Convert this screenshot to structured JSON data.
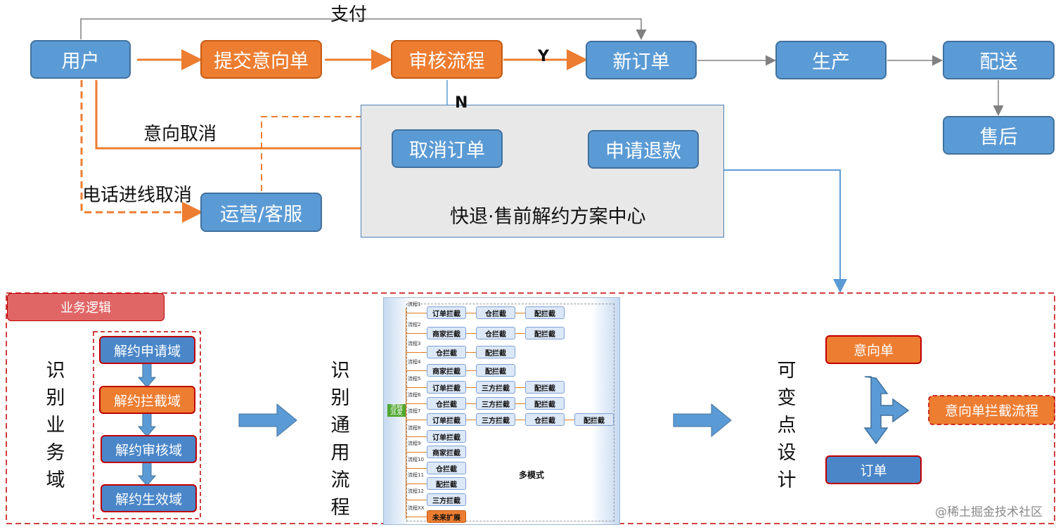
{
  "top": {
    "pay_label": "支付",
    "user": "用户",
    "submit_intent": "提交意向单",
    "review_process": "审核流程",
    "yes_label": "Y",
    "new_order": "新订单",
    "produce": "生产",
    "deliver": "配送",
    "no_label": "N",
    "after_sale": "售后",
    "intent_cancel": "意向取消",
    "cancel_order": "取消订单",
    "apply_refund": "申请退款",
    "phone_cancel": "电话进线取消",
    "ops_service": "运营/客服",
    "center_title": "快退·售前解约方案中心"
  },
  "bottom": {
    "business_logic": "业务逻辑",
    "identify_domain_vertical": "识别业务域",
    "domains": [
      "解约申请域",
      "解约拦截域",
      "解约审核域",
      "解约生效域"
    ],
    "identify_flow_vertical": "识别通用流程",
    "flow_dispatch": "流程派发",
    "flow_labels": [
      "流程1",
      "流程2",
      "流程3",
      "流程4",
      "流程5",
      "流程6",
      "流程7",
      "流程8",
      "流程9",
      "流程10",
      "流程11",
      "流程12",
      "流程XX"
    ],
    "flow_rows": [
      [
        "订单拦截",
        "仓拦截",
        "配拦截"
      ],
      [
        "商家拦截",
        "仓拦截",
        "配拦截"
      ],
      [
        "仓拦截",
        "配拦截"
      ],
      [
        "商家拦截",
        "配拦截"
      ],
      [
        "订单拦截",
        "三方拦截",
        "配拦截"
      ],
      [
        "仓拦截",
        "三方拦截",
        "配拦截"
      ],
      [
        "订单拦截",
        "三方拦截",
        "仓拦截",
        "配拦截"
      ],
      [
        "订单拦截"
      ],
      [
        "商家拦截"
      ],
      [
        "仓拦截"
      ],
      [
        "配拦截"
      ],
      [
        "三方拦截"
      ],
      [
        "未来扩展"
      ]
    ],
    "multi_mode": "多模式",
    "variable_design_vertical": "可变点设计",
    "intent_order": "意向单",
    "intent_intercept_flow": "意向单拦截流程",
    "order": "订单"
  },
  "watermark": "@稀土掘金技术社区"
}
